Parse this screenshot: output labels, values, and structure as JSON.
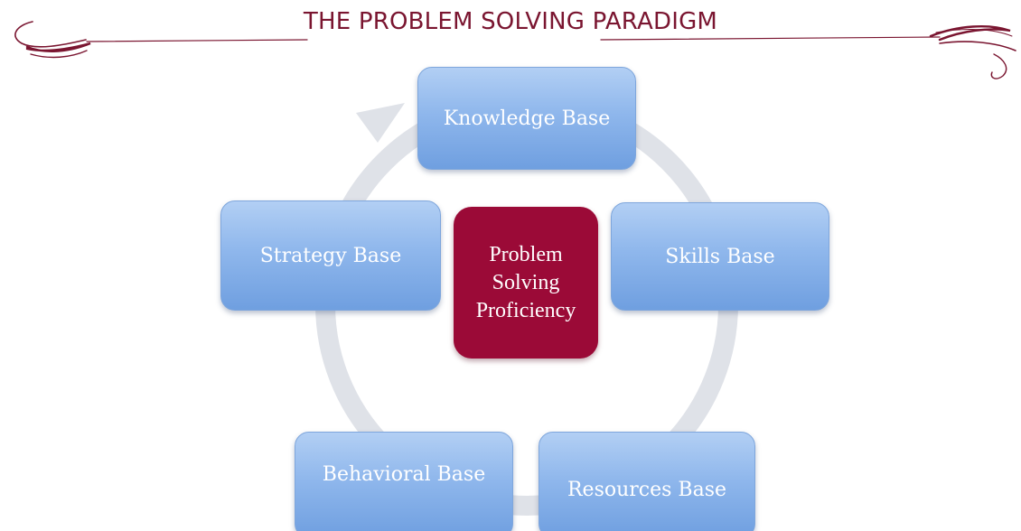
{
  "slide": {
    "title": "THE PROBLEM SOLVING PARADIGM"
  },
  "diagram": {
    "center_label_lines": [
      "Problem",
      "Solving",
      "Proficiency"
    ],
    "nodes": {
      "knowledge": "Knowledge Base",
      "skills": "Skills Base",
      "resources": "Resources Base",
      "behavioral": "Behavioral Base",
      "strategy": "Strategy Base"
    }
  },
  "colors": {
    "accent": "#7a1530",
    "node_fill": "#8fb7ec",
    "center_fill": "#9b0a37",
    "ring": "#dde1e8"
  }
}
